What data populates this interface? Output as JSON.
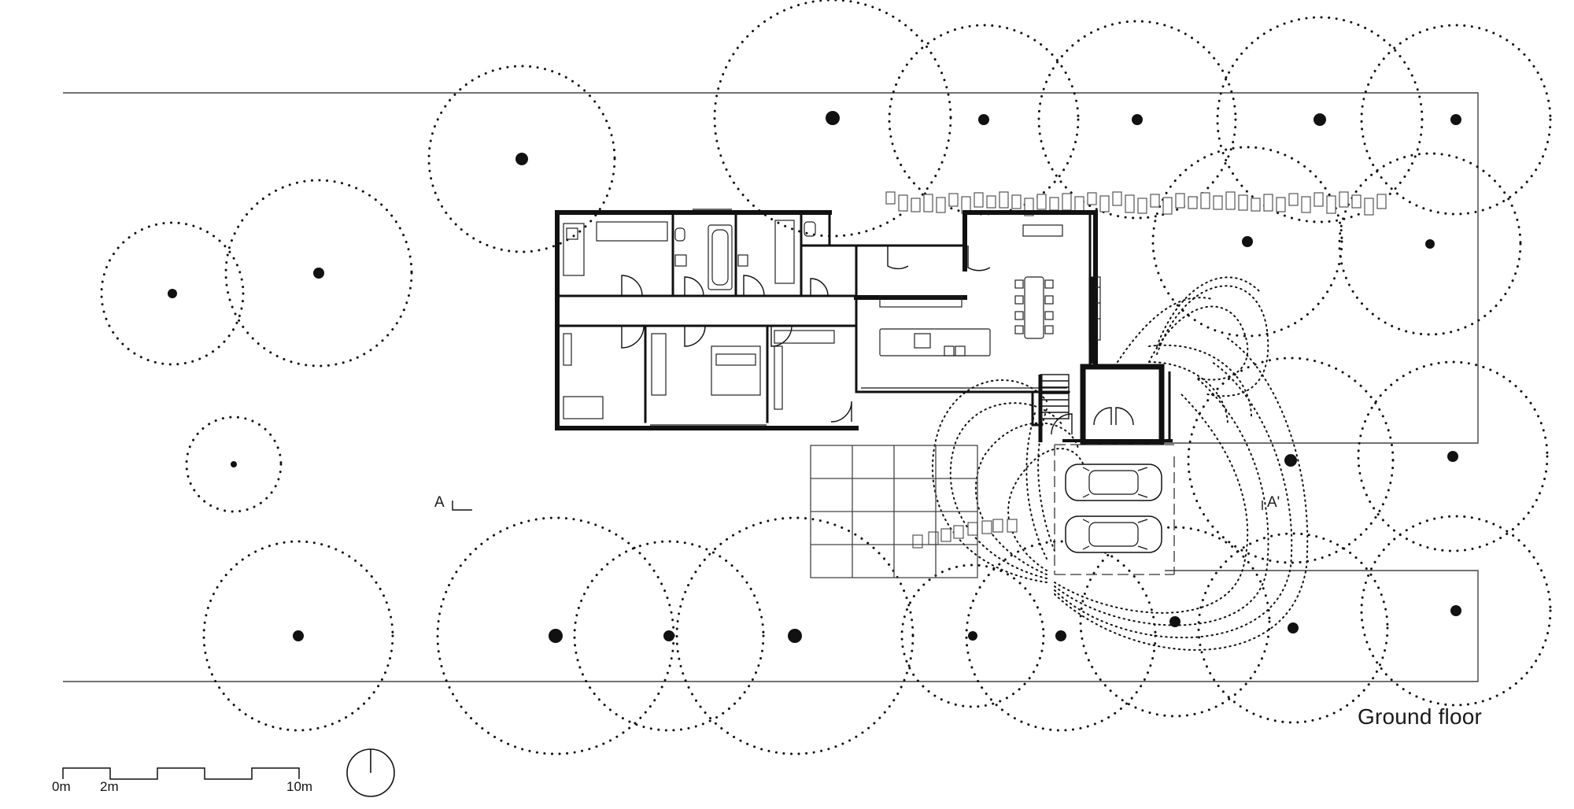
{
  "title": "Ground floor",
  "section_marks": {
    "start": "A",
    "end": "A'"
  },
  "scale_bar": {
    "labels": [
      "0m",
      "2m",
      "10m"
    ]
  },
  "icons": {
    "north": "north-arrow-icon",
    "car": "car-icon",
    "tree": "tree-canopy-icon"
  },
  "colors": {
    "ink": "#111111",
    "paper": "#ffffff"
  }
}
